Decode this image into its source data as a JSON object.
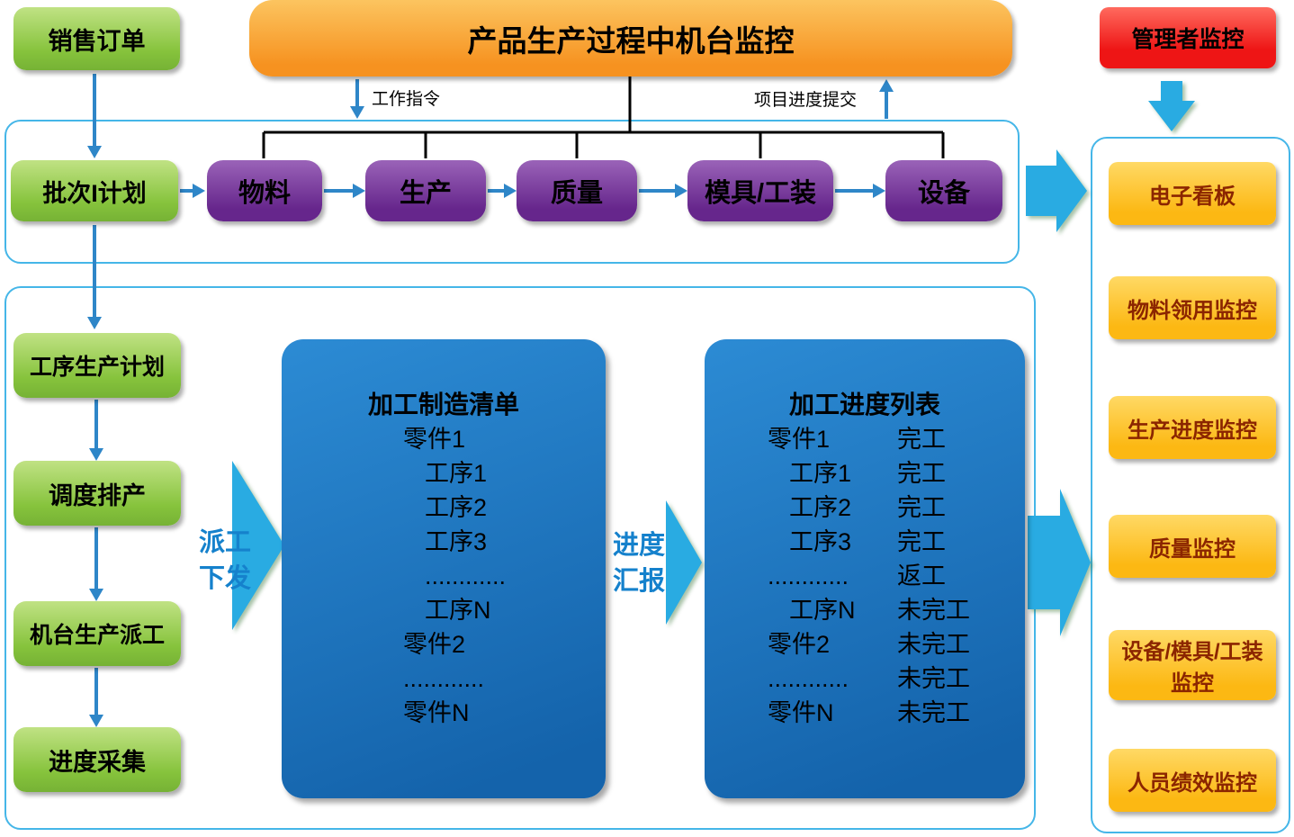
{
  "top": {
    "sales_order": "销售订单",
    "title": "产品生产过程中机台监控",
    "manager_monitor": "管理者监控"
  },
  "flow_row": {
    "batch_plan": "批次I计划",
    "stages": [
      "物料",
      "生产",
      "质量",
      "模具/工装",
      "设备"
    ]
  },
  "left_column": [
    "工序生产计划",
    "调度排产",
    "机台生产派工",
    "进度采集"
  ],
  "arrow_labels": {
    "work_instruction": "工作指令",
    "progress_submit": "项目进度提交",
    "dispatch": [
      "派工",
      "下发"
    ],
    "report": [
      "进度",
      "汇报"
    ]
  },
  "manufacturing_list": {
    "title": "加工制造清单",
    "items": [
      "零件1",
      "工序1",
      "工序2",
      "工序3",
      "............",
      "工序N",
      "零件2",
      "............",
      "零件N"
    ]
  },
  "progress_list": {
    "title": "加工进度列表",
    "rows": [
      {
        "item": "零件1",
        "status": "完工"
      },
      {
        "item": "工序1",
        "status": "完工"
      },
      {
        "item": "工序2",
        "status": "完工"
      },
      {
        "item": "工序3",
        "status": "完工"
      },
      {
        "item": "............",
        "status": "返工"
      },
      {
        "item": "工序N",
        "status": "未完工"
      },
      {
        "item": "零件2",
        "status": "未完工"
      },
      {
        "item": "............",
        "status": "未完工"
      },
      {
        "item": "零件N",
        "status": "未完工"
      }
    ]
  },
  "monitor_panel": [
    "电子看板",
    "物料领用监控",
    "生产进度监控",
    "质量监控",
    "设备/模具/工装监控",
    "人员绩效监控"
  ],
  "colors": {
    "green": "#86c33c",
    "green_light": "#c0e284",
    "orange": "#f69220",
    "orange_light": "#fcc45f",
    "red": "#ee1515",
    "red_light": "#ff6a5e",
    "purple": "#66268c",
    "purple_light": "#9a63b8",
    "blue_box": "#1463ab",
    "blue_box_light": "#2c8bd4",
    "yellow": "#fcb813",
    "yellow_light": "#ffd965",
    "yellow_text": "#8b2500",
    "arrow": "#2e86c8",
    "arrow_big": "#29abe2",
    "border": "#45b6e8",
    "label_blue": "#1581cc",
    "line_black": "#000000"
  }
}
